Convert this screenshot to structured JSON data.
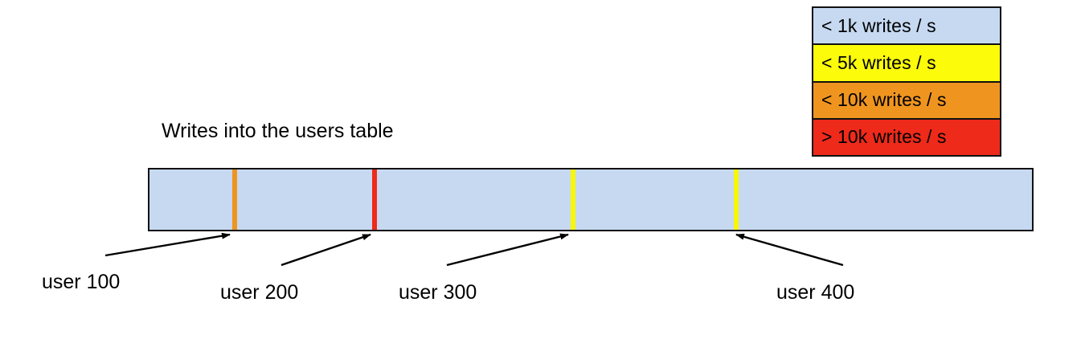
{
  "chart_data": {
    "type": "bar",
    "title": "Writes into the users table",
    "orientation": "horizontal-range",
    "xlabel": "",
    "ylabel": "",
    "description": "A single horizontal range bar representing the users table key space, with colored vertical markers at user shard boundaries indicating write rate hotspots.",
    "bar": {
      "fill_color": "#c6d9f1",
      "border_color": "#111111",
      "default_category": "< 1k writes / s"
    },
    "markers": [
      {
        "label": "user 100",
        "color": "#ef951f",
        "category": "< 10k writes / s",
        "position_pct": 9.7
      },
      {
        "label": "user 200",
        "color": "#ee2a1a",
        "category": "> 10k writes / s",
        "position_pct": 25.5
      },
      {
        "label": "user 300",
        "color": "#f7f708",
        "category": "< 5k writes / s",
        "position_pct": 47.9
      },
      {
        "label": "user 400",
        "color": "#f7f708",
        "category": "< 5k writes / s",
        "position_pct": 66.4
      }
    ],
    "legend": {
      "position": "top-right",
      "entries": [
        {
          "label": "< 1k writes / s",
          "color": "#c6d9f1"
        },
        {
          "label": "< 5k writes / s",
          "color": "#fbfb0a"
        },
        {
          "label": "< 10k writes / s",
          "color": "#ef951f"
        },
        {
          "label": "> 10k writes / s",
          "color": "#ee2a1a"
        }
      ]
    }
  },
  "legend": {
    "entries": [
      {
        "label": "< 1k writes / s"
      },
      {
        "label": "< 5k writes / s"
      },
      {
        "label": "< 10k writes / s"
      },
      {
        "label": "> 10k writes / s"
      }
    ]
  },
  "title": {
    "text": "Writes into the users table"
  },
  "annotations": [
    {
      "label": "user 100"
    },
    {
      "label": "user 200"
    },
    {
      "label": "user 300"
    },
    {
      "label": "user 400"
    }
  ]
}
